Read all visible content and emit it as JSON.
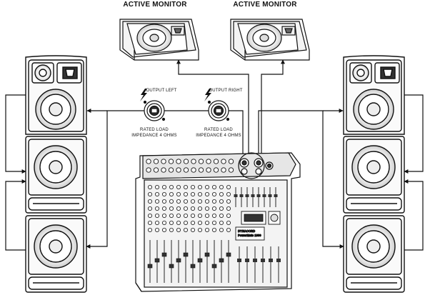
{
  "labels": {
    "monitor_left": "ACTIVE MONITOR",
    "monitor_right": "ACTIVE MONITOR",
    "output_left": "OUTPUT LEFT",
    "output_right": "OUTPUT RIGHT",
    "rated_load": "RATED LOAD",
    "impedance": "IMPEDANCE 4 OHMS",
    "mixer_brand": "DYNACORD",
    "mixer_model": "PowerMate 1000"
  },
  "colors": {
    "line": "#111111",
    "fill": "#ffffff",
    "mixer_panel": "#e6e6e6"
  },
  "icons": {
    "speakon_left": "speakon-connector-icon",
    "speakon_right": "speakon-connector-icon",
    "warning": "lightning-bolt-icon"
  }
}
